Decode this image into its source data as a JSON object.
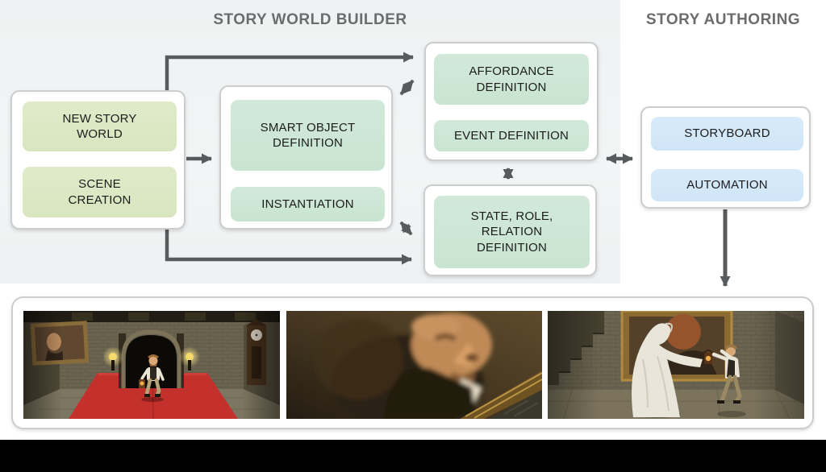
{
  "titles": {
    "builder": "STORY WORLD BUILDER",
    "authoring": "STORY AUTHORING"
  },
  "panels": {
    "new_story_world": {
      "steps": [
        "NEW STORY\nWORLD",
        "SCENE\nCREATION"
      ]
    },
    "smart_object": {
      "steps": [
        "SMART OBJECT\nDEFINITION",
        "INSTANTIATION"
      ]
    },
    "affordance": {
      "steps": [
        "AFFORDANCE\nDEFINITION",
        "EVENT DEFINITION"
      ]
    },
    "state_role": {
      "steps": [
        "STATE, ROLE,\nRELATION\nDEFINITION"
      ]
    },
    "story_authoring": {
      "steps": [
        "STORYBOARD",
        "AUTOMATION"
      ]
    }
  },
  "colors": {
    "builder_background": "#f0f2f3",
    "page_background": "#ffffff",
    "footer_bar": "#000000",
    "heading_text": "#6b6c6e",
    "box_text": "#1c1c1c",
    "green_box": "#d8e5bf",
    "mint_box": "#c9e4d1",
    "blue_box": "#cfe6f7",
    "panel_border": "#cbcdce",
    "arrow": "#595a5c"
  },
  "screenshots": [
    {
      "name": "hallway-red-carpet-walk"
    },
    {
      "name": "portrait-painting-closeup"
    },
    {
      "name": "ghost-lantern-encounter"
    }
  ]
}
